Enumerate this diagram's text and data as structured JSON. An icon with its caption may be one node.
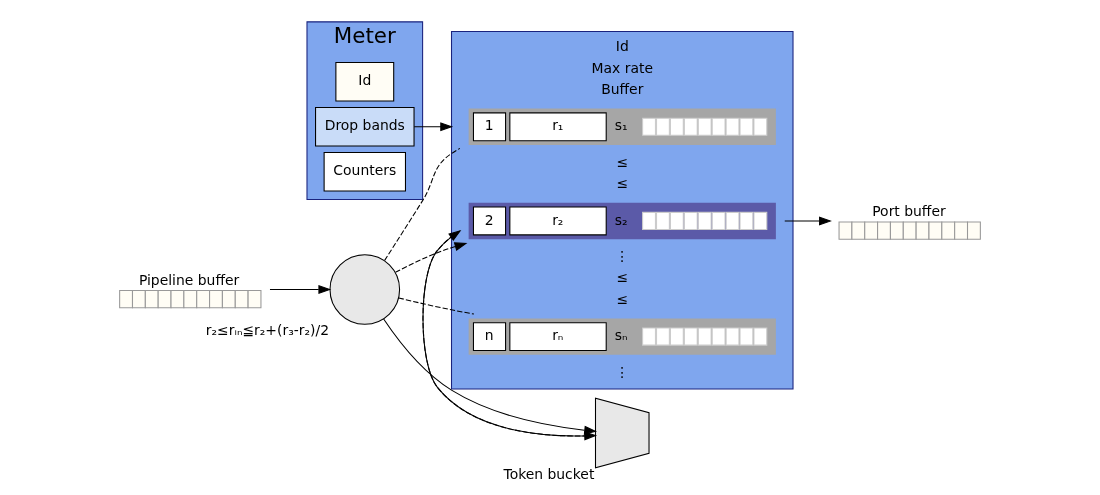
{
  "diagram": {
    "nodes": [
      {
        "text": [
          "Meter"
        ]
      },
      {
        "text": [
          "Id"
        ],
        "in": 0
      },
      {
        "text": [
          "Drop bands"
        ],
        "in": 0
      },
      {
        "text": [
          "Counters"
        ],
        "in": 0
      },
      {
        "text": [
          "Pipeline buffer"
        ]
      },
      {
        "text": [],
        "shape": "circle",
        "beside": [
          "r₂≤rᵢₙ≦r₂+(r₃-r₂)/2"
        ]
      },
      {
        "text": [],
        "shape": "box"
      },
      {
        "text": [
          "1",
          "r₁",
          "s₁"
        ],
        "in": 6
      },
      {
        "text": [
          "2",
          "r₂",
          "s₂"
        ],
        "in": 6
      },
      {
        "text": [
          "n",
          "rₙ",
          "sₙ"
        ],
        "in": 6
      },
      {
        "text": [
          "Token bucket"
        ]
      },
      {
        "text": [
          "Port buffer"
        ]
      }
    ],
    "edges": [
      {
        "from": 4,
        "to": 5,
        "arrow": "to"
      },
      {
        "from": 5,
        "to": 7,
        "arrow": "none",
        "style": "dashed"
      },
      {
        "from": 5,
        "to": 8,
        "arrow": "to",
        "style": "dashed"
      },
      {
        "from": 5,
        "to": 9,
        "arrow": "none",
        "style": "dashed"
      },
      {
        "from": 2,
        "to": 6,
        "arrow": "to"
      },
      {
        "from": 5,
        "to": 10,
        "arrow": "to"
      },
      {
        "from": 8,
        "to": 10,
        "arrow": "to",
        "style": "dashed"
      },
      {
        "from": 10,
        "to": 8,
        "arrow": "to"
      },
      {
        "from": 8,
        "to": 11,
        "arrow": "to"
      }
    ],
    "labels": [
      "Id",
      "Max rate",
      "Buffer",
      "≤",
      "≤",
      "⋮",
      "⋮",
      "≤",
      "≤"
    ]
  }
}
